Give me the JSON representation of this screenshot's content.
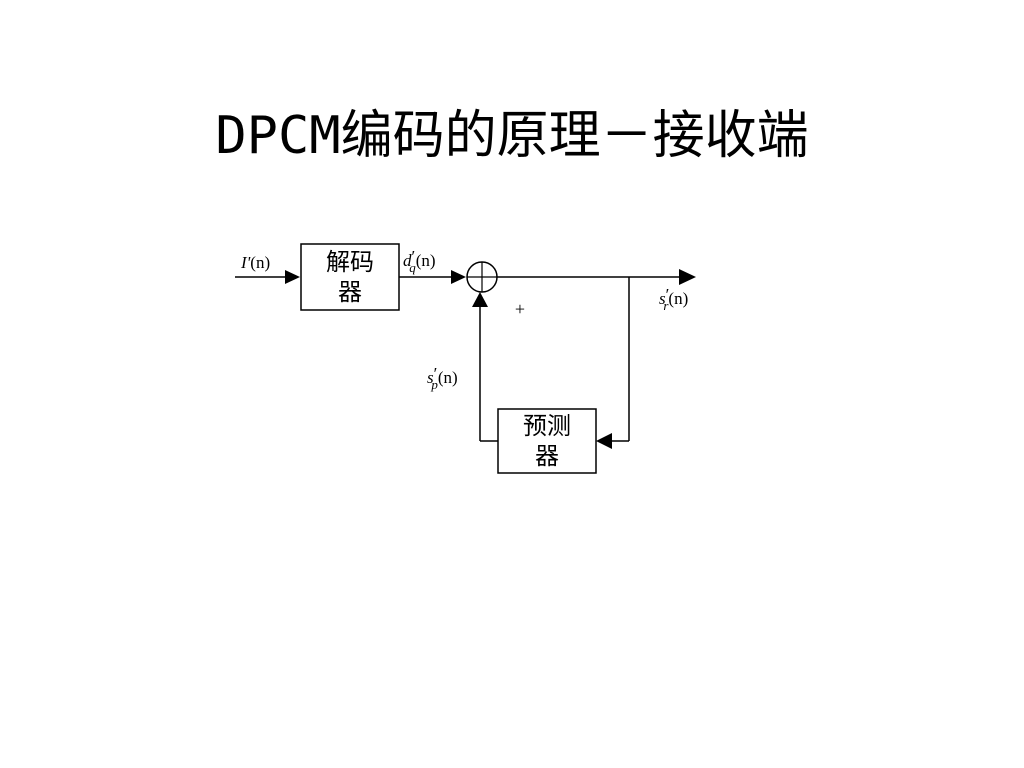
{
  "slide": {
    "title": "DPCM编码的原理－接收端"
  },
  "diagram": {
    "blocks": {
      "decoder": {
        "line1": "解码",
        "line2": "器"
      },
      "predictor": {
        "line1": "预测",
        "line2": "器"
      }
    },
    "signals": {
      "input": {
        "base": "I'",
        "arg": "(n)"
      },
      "decoded": {
        "base": "d",
        "prime": "′",
        "sub": "q",
        "arg": "(n)"
      },
      "output": {
        "base": "s",
        "prime": "′",
        "sub": "r",
        "arg": "(n)"
      },
      "prediction": {
        "base": "s",
        "prime": "′",
        "sub": "p",
        "arg": "(n)"
      }
    },
    "adder_sign": "+"
  }
}
